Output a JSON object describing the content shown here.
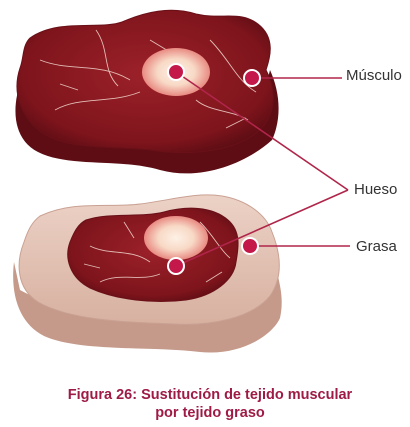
{
  "labels": {
    "muscle": "Músculo",
    "bone": "Hueso",
    "fat": "Grasa"
  },
  "caption": {
    "line1": "Figura 26: Sustitución de tejido muscular",
    "line2": "por tejido graso"
  },
  "colors": {
    "muscle": "#8b1a22",
    "muscle_dark": "#5e0d14",
    "fat": "#e3c3b6",
    "bone_center": "#fbe6d6",
    "bone_ring": "#e88a82",
    "marker": "#c4184a",
    "leader_line": "#b0254a",
    "caption_text": "#9e1b45",
    "label_text": "#333333"
  }
}
